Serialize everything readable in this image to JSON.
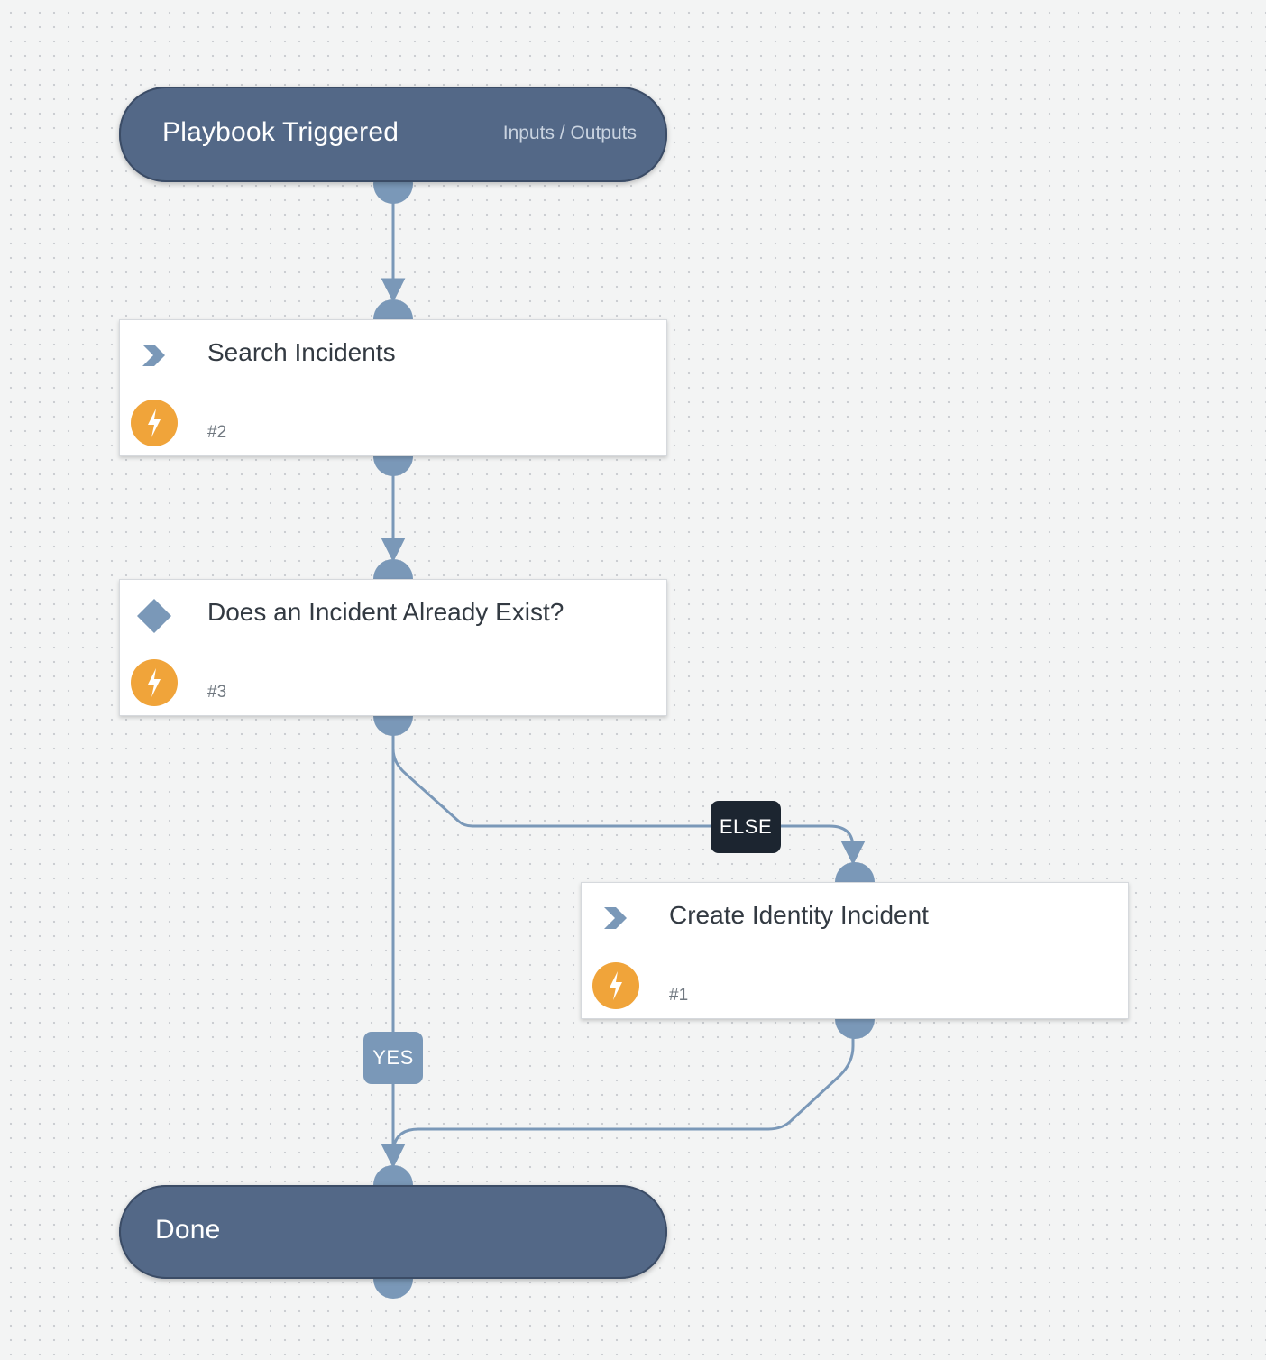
{
  "start_node": {
    "title": "Playbook Triggered",
    "subtitle": "Inputs / Outputs"
  },
  "tasks": [
    {
      "title": "Search Incidents",
      "number": "#2",
      "type_icon": "chevron-right-icon",
      "badge_icon": "lightning-bolt-icon"
    },
    {
      "title": "Does an Incident Already Exist?",
      "number": "#3",
      "type_icon": "diamond-condition-icon",
      "badge_icon": "lightning-bolt-icon"
    },
    {
      "title": "Create Identity Incident",
      "number": "#1",
      "type_icon": "chevron-right-icon",
      "badge_icon": "lightning-bolt-icon"
    }
  ],
  "end_node": {
    "title": "Done"
  },
  "edge_labels": {
    "else": "ELSE",
    "yes": "YES"
  },
  "colors": {
    "background": "#f3f4f4",
    "pill_fill": "#536887",
    "port": "#7a98b8",
    "edge_line": "#7a98b8",
    "badge": "#f0a43a",
    "else_label": "#1c2530",
    "yes_label": "#7a98b8"
  }
}
